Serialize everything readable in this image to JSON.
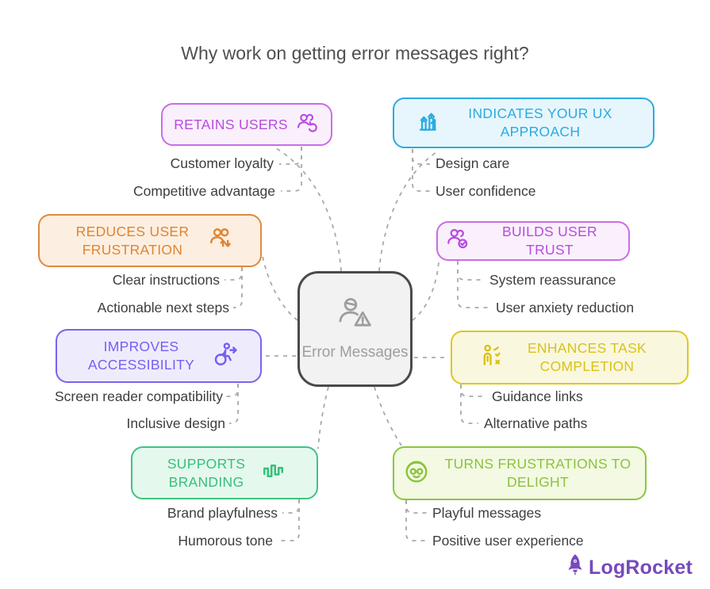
{
  "title": "Why work on getting error messages right?",
  "colors": {
    "connector": "#a9a9a9",
    "item_text": "#3d3d3d",
    "title_text": "#4f4f4f"
  },
  "center_node": {
    "label": "Error Messages",
    "icon": "user-warning-icon",
    "border_color": "#4a4a4a",
    "background_color": "#f2f2f2",
    "text_color": "#9e9e9e"
  },
  "nodes": [
    {
      "label": "RETAINS USERS",
      "icon": "users-refresh-icon",
      "border_color": "#cb6ce6",
      "background_color": "#faf0fc",
      "text_color": "#b84be0",
      "items": [
        "Customer loyalty",
        "Competitive advantage"
      ]
    },
    {
      "label": "INDICATES YOUR UX APPROACH",
      "icon": "growth-arrows-icon",
      "border_color": "#29abe2",
      "background_color": "#e7f6fc",
      "text_color": "#29abe2",
      "items": [
        "Design care",
        "User confidence"
      ]
    },
    {
      "label": "REDUCES USER FRUSTRATION",
      "icon": "users-sort-arrows-icon",
      "border_color": "#e08a3a",
      "background_color": "#fcefe1",
      "text_color": "#e08430",
      "items": [
        "Clear instructions",
        "Actionable next steps"
      ]
    },
    {
      "label": "BUILDS USER TRUST",
      "icon": "users-check-icon",
      "border_color": "#cb6ce6",
      "background_color": "#faf0fc",
      "text_color": "#b84be0",
      "items": [
        "System reassurance",
        "User anxiety reduction"
      ]
    },
    {
      "label": "IMPROVES ACCESSIBILITY",
      "icon": "wheelchair-arrow-icon",
      "border_color": "#7b61f0",
      "background_color": "#eeecfc",
      "text_color": "#7a5cf5",
      "items": [
        "Screen reader compatibility",
        "Inclusive design"
      ]
    },
    {
      "label": "ENHANCES TASK COMPLETION",
      "icon": "person-checklist-icon",
      "border_color": "#ddc81f",
      "background_color": "#faf7df",
      "text_color": "#d8c316",
      "items": [
        "Guidance links",
        "Alternative paths"
      ]
    },
    {
      "label": "SUPPORTS BRANDING",
      "icon": "waveform-icon",
      "border_color": "#3ec380",
      "background_color": "#e5f8ee",
      "text_color": "#36c07a",
      "items": [
        "Brand playfulness",
        "Humorous tone"
      ]
    },
    {
      "label": "TURNS FRUSTRATIONS TO DELIGHT",
      "icon": "smiling-face-glasses-icon",
      "border_color": "#8cc63f",
      "background_color": "#f3f9e2",
      "text_color": "#8ac33c",
      "items": [
        "Playful messages",
        "Positive user experience"
      ]
    }
  ],
  "logo": {
    "text": "LogRocket",
    "icon": "rocket-icon",
    "color": "#764abc"
  }
}
